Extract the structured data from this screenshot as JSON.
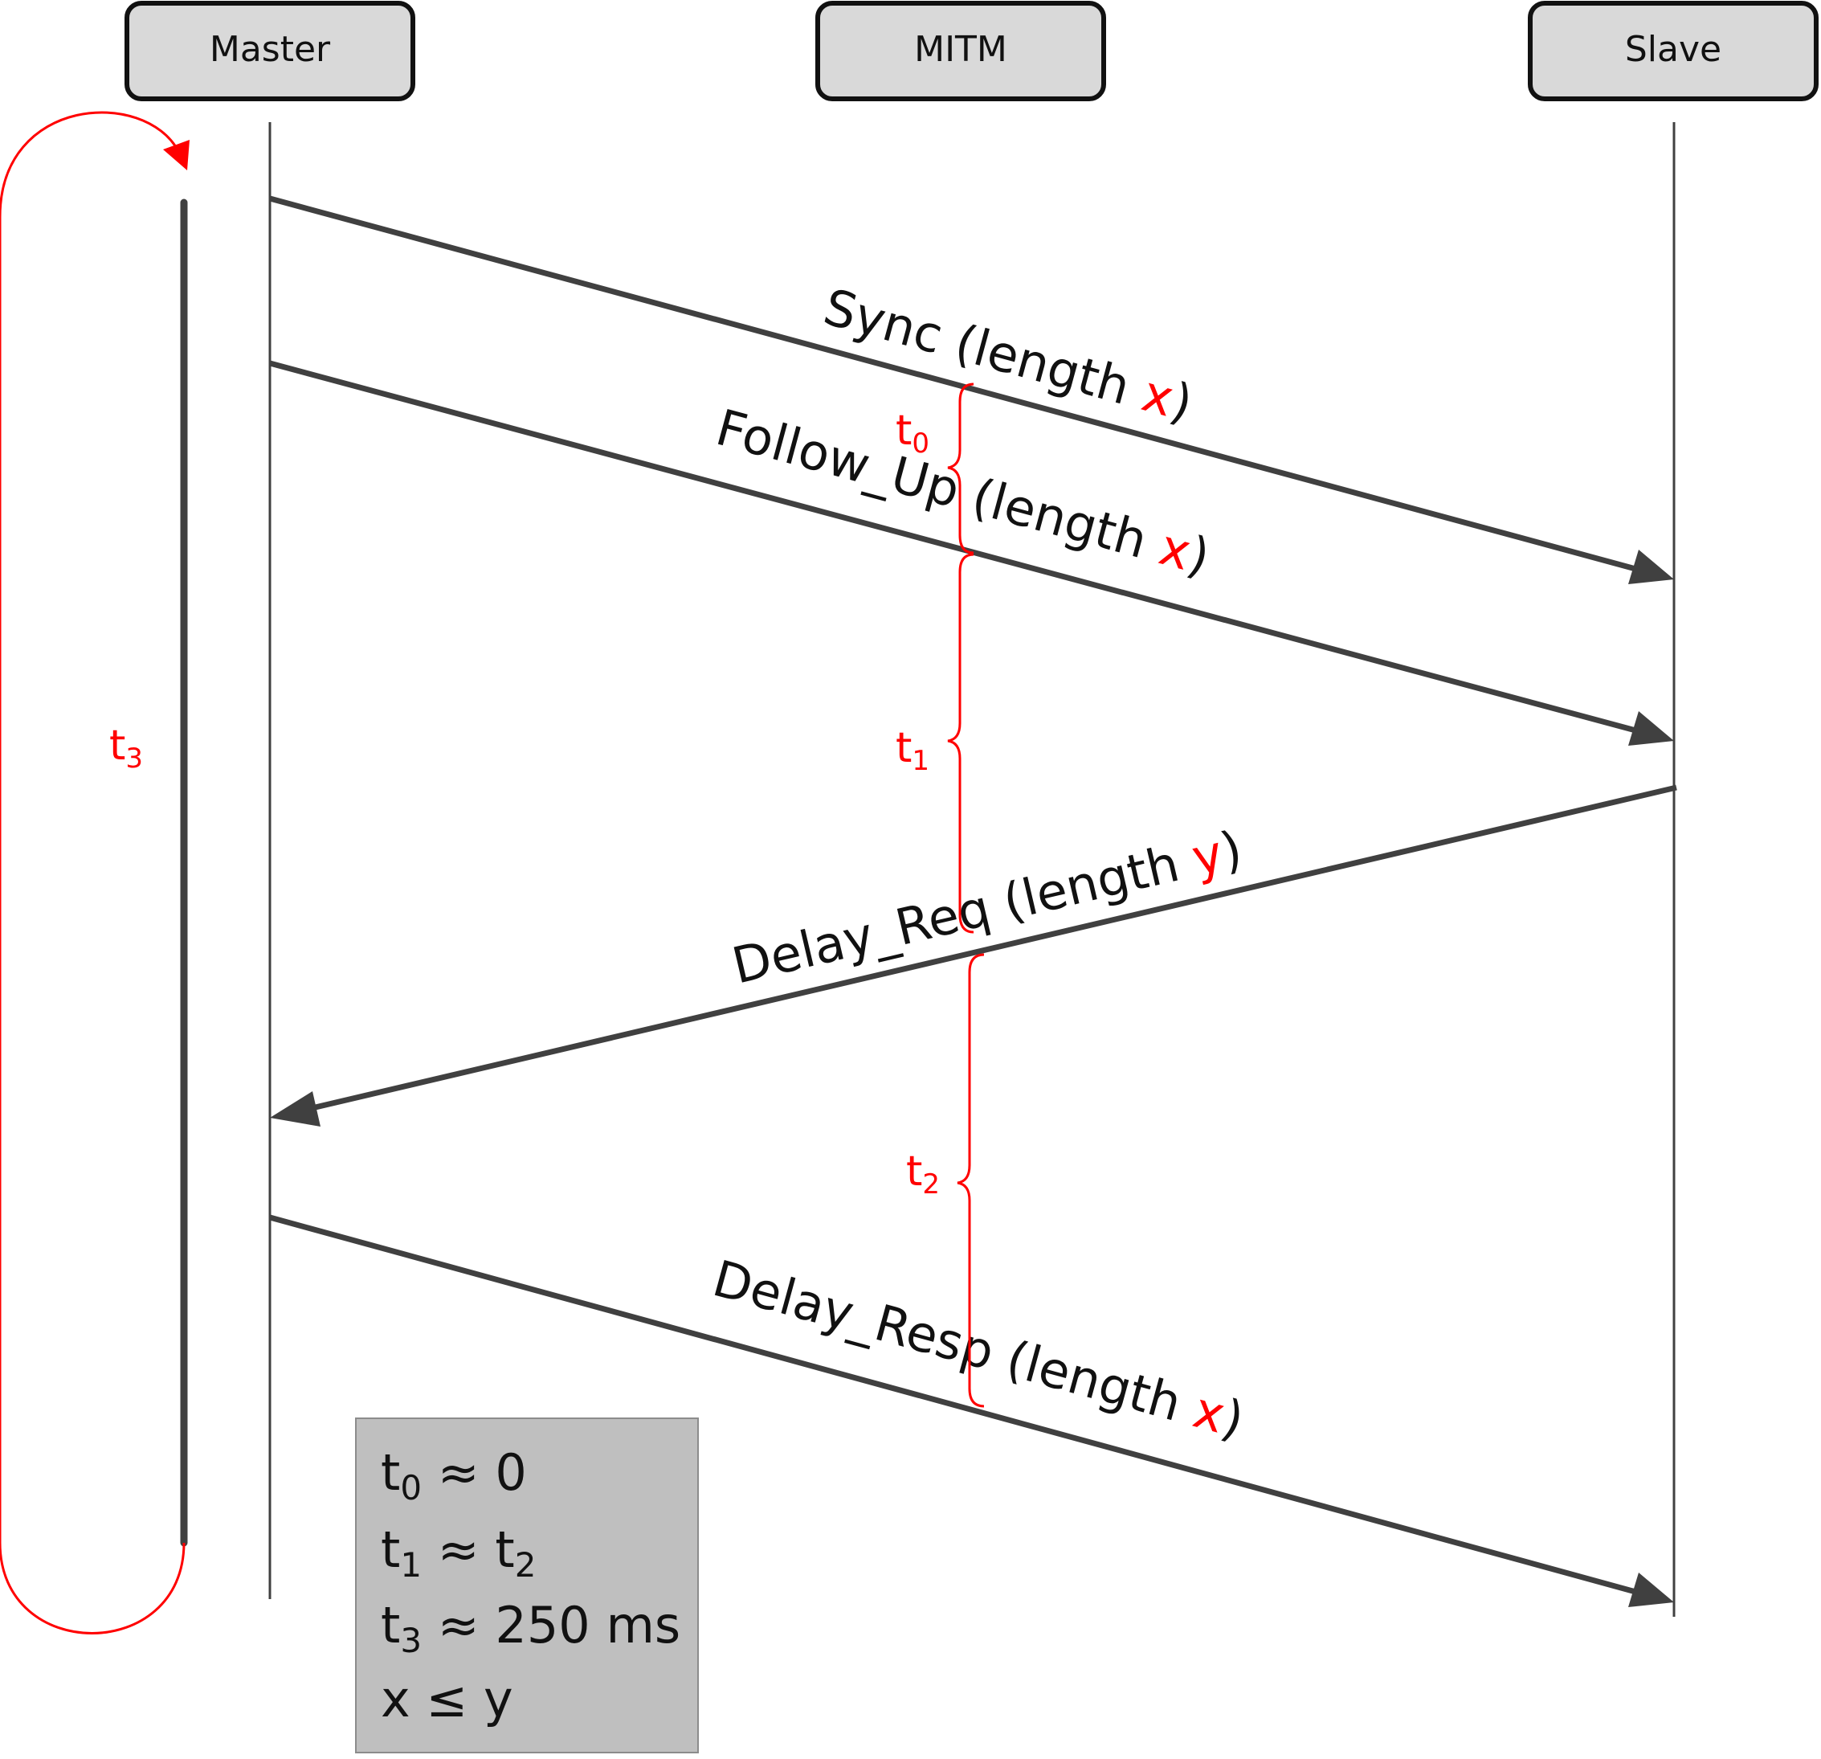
{
  "actors": {
    "master": "Master",
    "mitm": "MITM",
    "slave": "Slave"
  },
  "messages": [
    {
      "name": "Sync",
      "paren_open": " (length ",
      "var": "x",
      "paren_close": ")"
    },
    {
      "name": "Follow_Up",
      "paren_open": " (length ",
      "var": "x",
      "paren_close": ")"
    },
    {
      "name": "Delay_Req",
      "paren_open": " (length ",
      "var": "y",
      "paren_close": ")"
    },
    {
      "name": "Delay_Resp",
      "paren_open": " (length ",
      "var": "x",
      "paren_close": ")"
    }
  ],
  "intervals": {
    "t0": {
      "base": "t",
      "sub": "0"
    },
    "t1": {
      "base": "t",
      "sub": "1"
    },
    "t2": {
      "base": "t",
      "sub": "2"
    },
    "t3": {
      "base": "t",
      "sub": "3"
    }
  },
  "legend": [
    {
      "base": "t",
      "sub": "0",
      "rest": " ≈ 0"
    },
    {
      "base": "t",
      "sub": "1",
      "rest": " ≈ t",
      "sub2": "2"
    },
    {
      "base": "t",
      "sub": "3",
      "rest": " ≈ 250 ms"
    },
    {
      "base": "",
      "sub": "",
      "rest": "x ≤ y"
    }
  ],
  "colors": {
    "line": "#404040",
    "accent": "#ff0000",
    "actor_fill": "#d9d9d9",
    "legend_fill": "#bfbfbf"
  }
}
